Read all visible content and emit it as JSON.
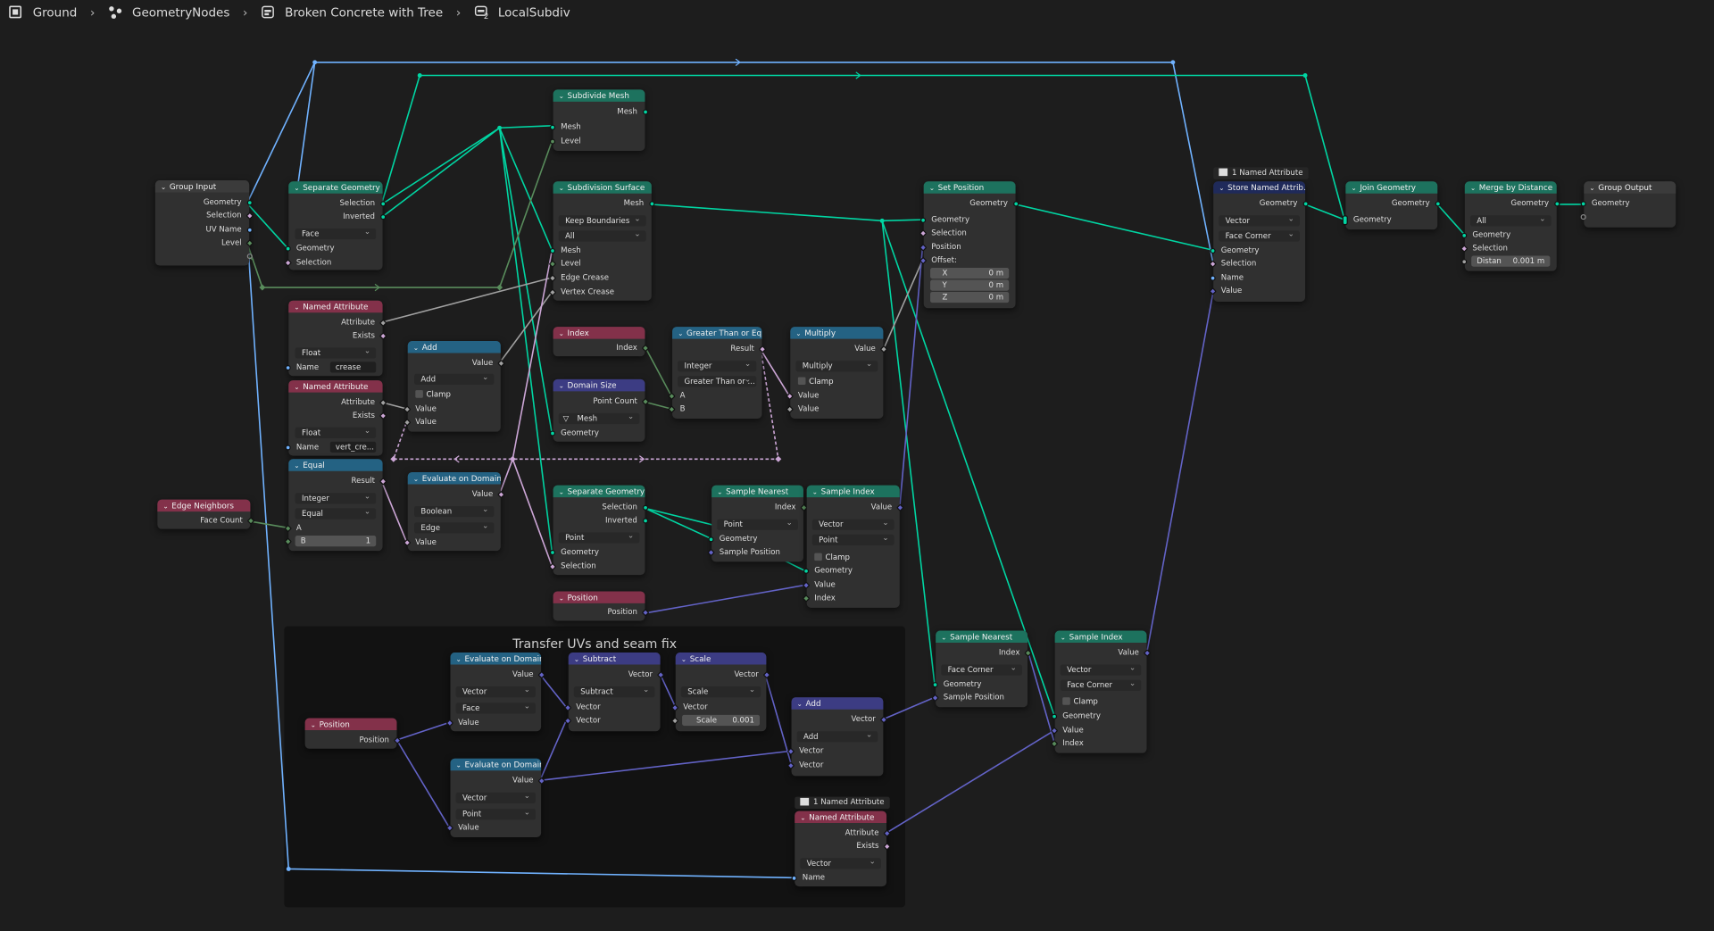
{
  "breadcrumb": [
    "Ground",
    "GeometryNodes",
    "Broken Concrete with Tree",
    "LocalSubdiv"
  ],
  "breadcrumb_sub": "2",
  "frame": {
    "label": "Transfer UVs and seam fix"
  },
  "colors": {
    "background": "#1d1d1d",
    "frame": "#121212",
    "node_body": "#303030",
    "geometry_header": "#1d725e",
    "input_header": "#83314a",
    "utility_header": "#246283",
    "vector_header": "#3c3c83",
    "group_header": "#3b3b3b",
    "geometry_wire": "#00d6a3",
    "boolean_wire": "#cca6d6",
    "vector_wire": "#6363c7",
    "string_wire": "#70b2ff",
    "integer_wire": "#598c5c"
  },
  "nodes": {
    "group_input": {
      "title": "Group Input",
      "outputs": [
        "Geometry",
        "Selection",
        "UV Name",
        "Level"
      ]
    },
    "separate_geometry_1": {
      "title": "Separate Geometry",
      "outputs": [
        "Selection",
        "Inverted"
      ],
      "domain": "Face",
      "inputs": [
        "Geometry",
        "Selection"
      ]
    },
    "named_attribute_1": {
      "title": "Named Attribute",
      "outputs": [
        "Attribute",
        "Exists"
      ],
      "type": "Float",
      "name_label": "Name",
      "name_value": "crease"
    },
    "named_attribute_2": {
      "title": "Named Attribute",
      "outputs": [
        "Attribute",
        "Exists"
      ],
      "type": "Float",
      "name_label": "Name",
      "name_value": "vert_cre..."
    },
    "equal": {
      "title": "Equal",
      "output": "Result",
      "type": "Integer",
      "op": "Equal",
      "input_a": "A",
      "b_label": "B",
      "b_value": "1"
    },
    "edge_neighbors": {
      "title": "Edge Neighbors",
      "output": "Face Count"
    },
    "add_1": {
      "title": "Add",
      "output": "Value",
      "op": "Add",
      "clamp": "Clamp",
      "inputs": [
        "Value",
        "Value"
      ]
    },
    "evaluate_on_domain_1": {
      "title": "Evaluate on Domain",
      "output": "Value",
      "type": "Boolean",
      "domain": "Edge",
      "input": "Value"
    },
    "subdivide_mesh": {
      "title": "Subdivide Mesh",
      "output": "Mesh",
      "inputs": [
        "Mesh",
        "Level"
      ]
    },
    "subdivision_surface": {
      "title": "Subdivision Surface",
      "output": "Mesh",
      "boundary": "Keep Boundaries",
      "uv": "All",
      "inputs": [
        "Mesh",
        "Level",
        "Edge Crease",
        "Vertex Crease"
      ]
    },
    "index_1": {
      "title": "Index",
      "output": "Index"
    },
    "greater_than": {
      "title": "Greater Than or Eq...",
      "output": "Result",
      "type": "Integer",
      "op": "Greater Than or ...",
      "inputs": [
        "A",
        "B"
      ]
    },
    "multiply": {
      "title": "Multiply",
      "output": "Value",
      "op": "Multiply",
      "clamp": "Clamp",
      "inputs": [
        "Value",
        "Value"
      ]
    },
    "domain_size": {
      "title": "Domain Size",
      "output": "Point Count",
      "component": "Mesh",
      "input": "Geometry"
    },
    "separate_geometry_2": {
      "title": "Separate Geometry",
      "outputs": [
        "Selection",
        "Inverted"
      ],
      "domain": "Point",
      "inputs": [
        "Geometry",
        "Selection"
      ]
    },
    "position_1": {
      "title": "Position",
      "output": "Position"
    },
    "sample_nearest_1": {
      "title": "Sample Nearest",
      "output": "Index",
      "domain": "Point",
      "inputs": [
        "Geometry",
        "Sample Position"
      ]
    },
    "sample_index_1": {
      "title": "Sample Index",
      "output": "Value",
      "type": "Vector",
      "domain": "Point",
      "clamp": "Clamp",
      "inputs": [
        "Geometry",
        "Value",
        "Index"
      ]
    },
    "set_position": {
      "title": "Set Position",
      "output": "Geometry",
      "inputs": [
        "Geometry",
        "Selection",
        "Position",
        "Offset:"
      ],
      "offset": [
        {
          "label": "X",
          "value": "0 m"
        },
        {
          "label": "Y",
          "value": "0 m"
        },
        {
          "label": "Z",
          "value": "0 m"
        }
      ]
    },
    "store_named_attribute": {
      "title": "Store Named Attrib...",
      "tag": "1 Named Attribute",
      "output": "Geometry",
      "type": "Vector",
      "domain": "Face Corner",
      "inputs": [
        "Geometry",
        "Selection",
        "Name",
        "Value"
      ]
    },
    "join_geometry": {
      "title": "Join Geometry",
      "output": "Geometry",
      "input": "Geometry"
    },
    "merge_by_distance": {
      "title": "Merge by Distance",
      "output": "Geometry",
      "mode": "All",
      "inputs": [
        "Geometry",
        "Selection"
      ],
      "dist_label": "Distan",
      "dist_value": "0.001 m"
    },
    "group_output": {
      "title": "Group Output",
      "input": "Geometry"
    },
    "sample_nearest_2": {
      "title": "Sample Nearest",
      "output": "Index",
      "domain": "Face Corner",
      "inputs": [
        "Geometry",
        "Sample Position"
      ]
    },
    "sample_index_2": {
      "title": "Sample Index",
      "output": "Value",
      "type": "Vector",
      "domain": "Face Corner",
      "clamp": "Clamp",
      "inputs": [
        "Geometry",
        "Value",
        "Index"
      ]
    },
    "position_2": {
      "title": "Position",
      "output": "Position"
    },
    "evaluate_on_domain_2": {
      "title": "Evaluate on Domain",
      "output": "Value",
      "type": "Vector",
      "domain": "Face",
      "input": "Value"
    },
    "evaluate_on_domain_3": {
      "title": "Evaluate on Domain",
      "output": "Value",
      "type": "Vector",
      "domain": "Point",
      "input": "Value"
    },
    "subtract": {
      "title": "Subtract",
      "output": "Vector",
      "op": "Subtract",
      "inputs": [
        "Vector",
        "Vector"
      ]
    },
    "scale": {
      "title": "Scale",
      "output": "Vector",
      "op": "Scale",
      "input": "Vector",
      "scale_label": "Scale",
      "scale_value": "0.001"
    },
    "add_2": {
      "title": "Add",
      "output": "Vector",
      "op": "Add",
      "inputs": [
        "Vector",
        "Vector"
      ]
    },
    "named_attribute_3": {
      "title": "Named Attribute",
      "tag": "1 Named Attribute",
      "outputs": [
        "Attribute",
        "Exists"
      ],
      "type": "Vector",
      "input": "Name"
    }
  }
}
